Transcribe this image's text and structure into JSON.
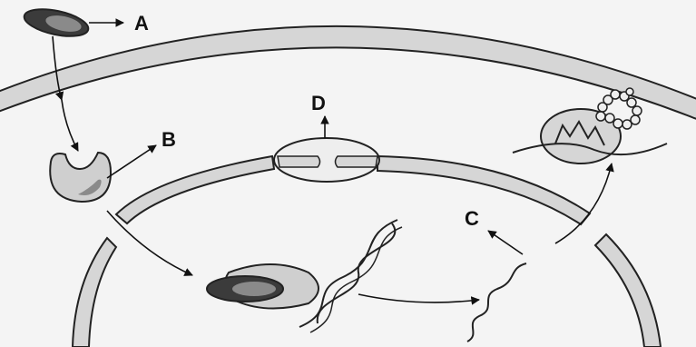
{
  "labels": {
    "A": "A",
    "B": "B",
    "C": "C",
    "D": "D"
  },
  "colors": {
    "background": "#f4f4f4",
    "membrane_fill": "#d6d6d6",
    "outline": "#222222",
    "dark_fill": "#3b3b3b",
    "mid_fill": "#8a8a8a",
    "light_fill": "#cfcfcf"
  }
}
